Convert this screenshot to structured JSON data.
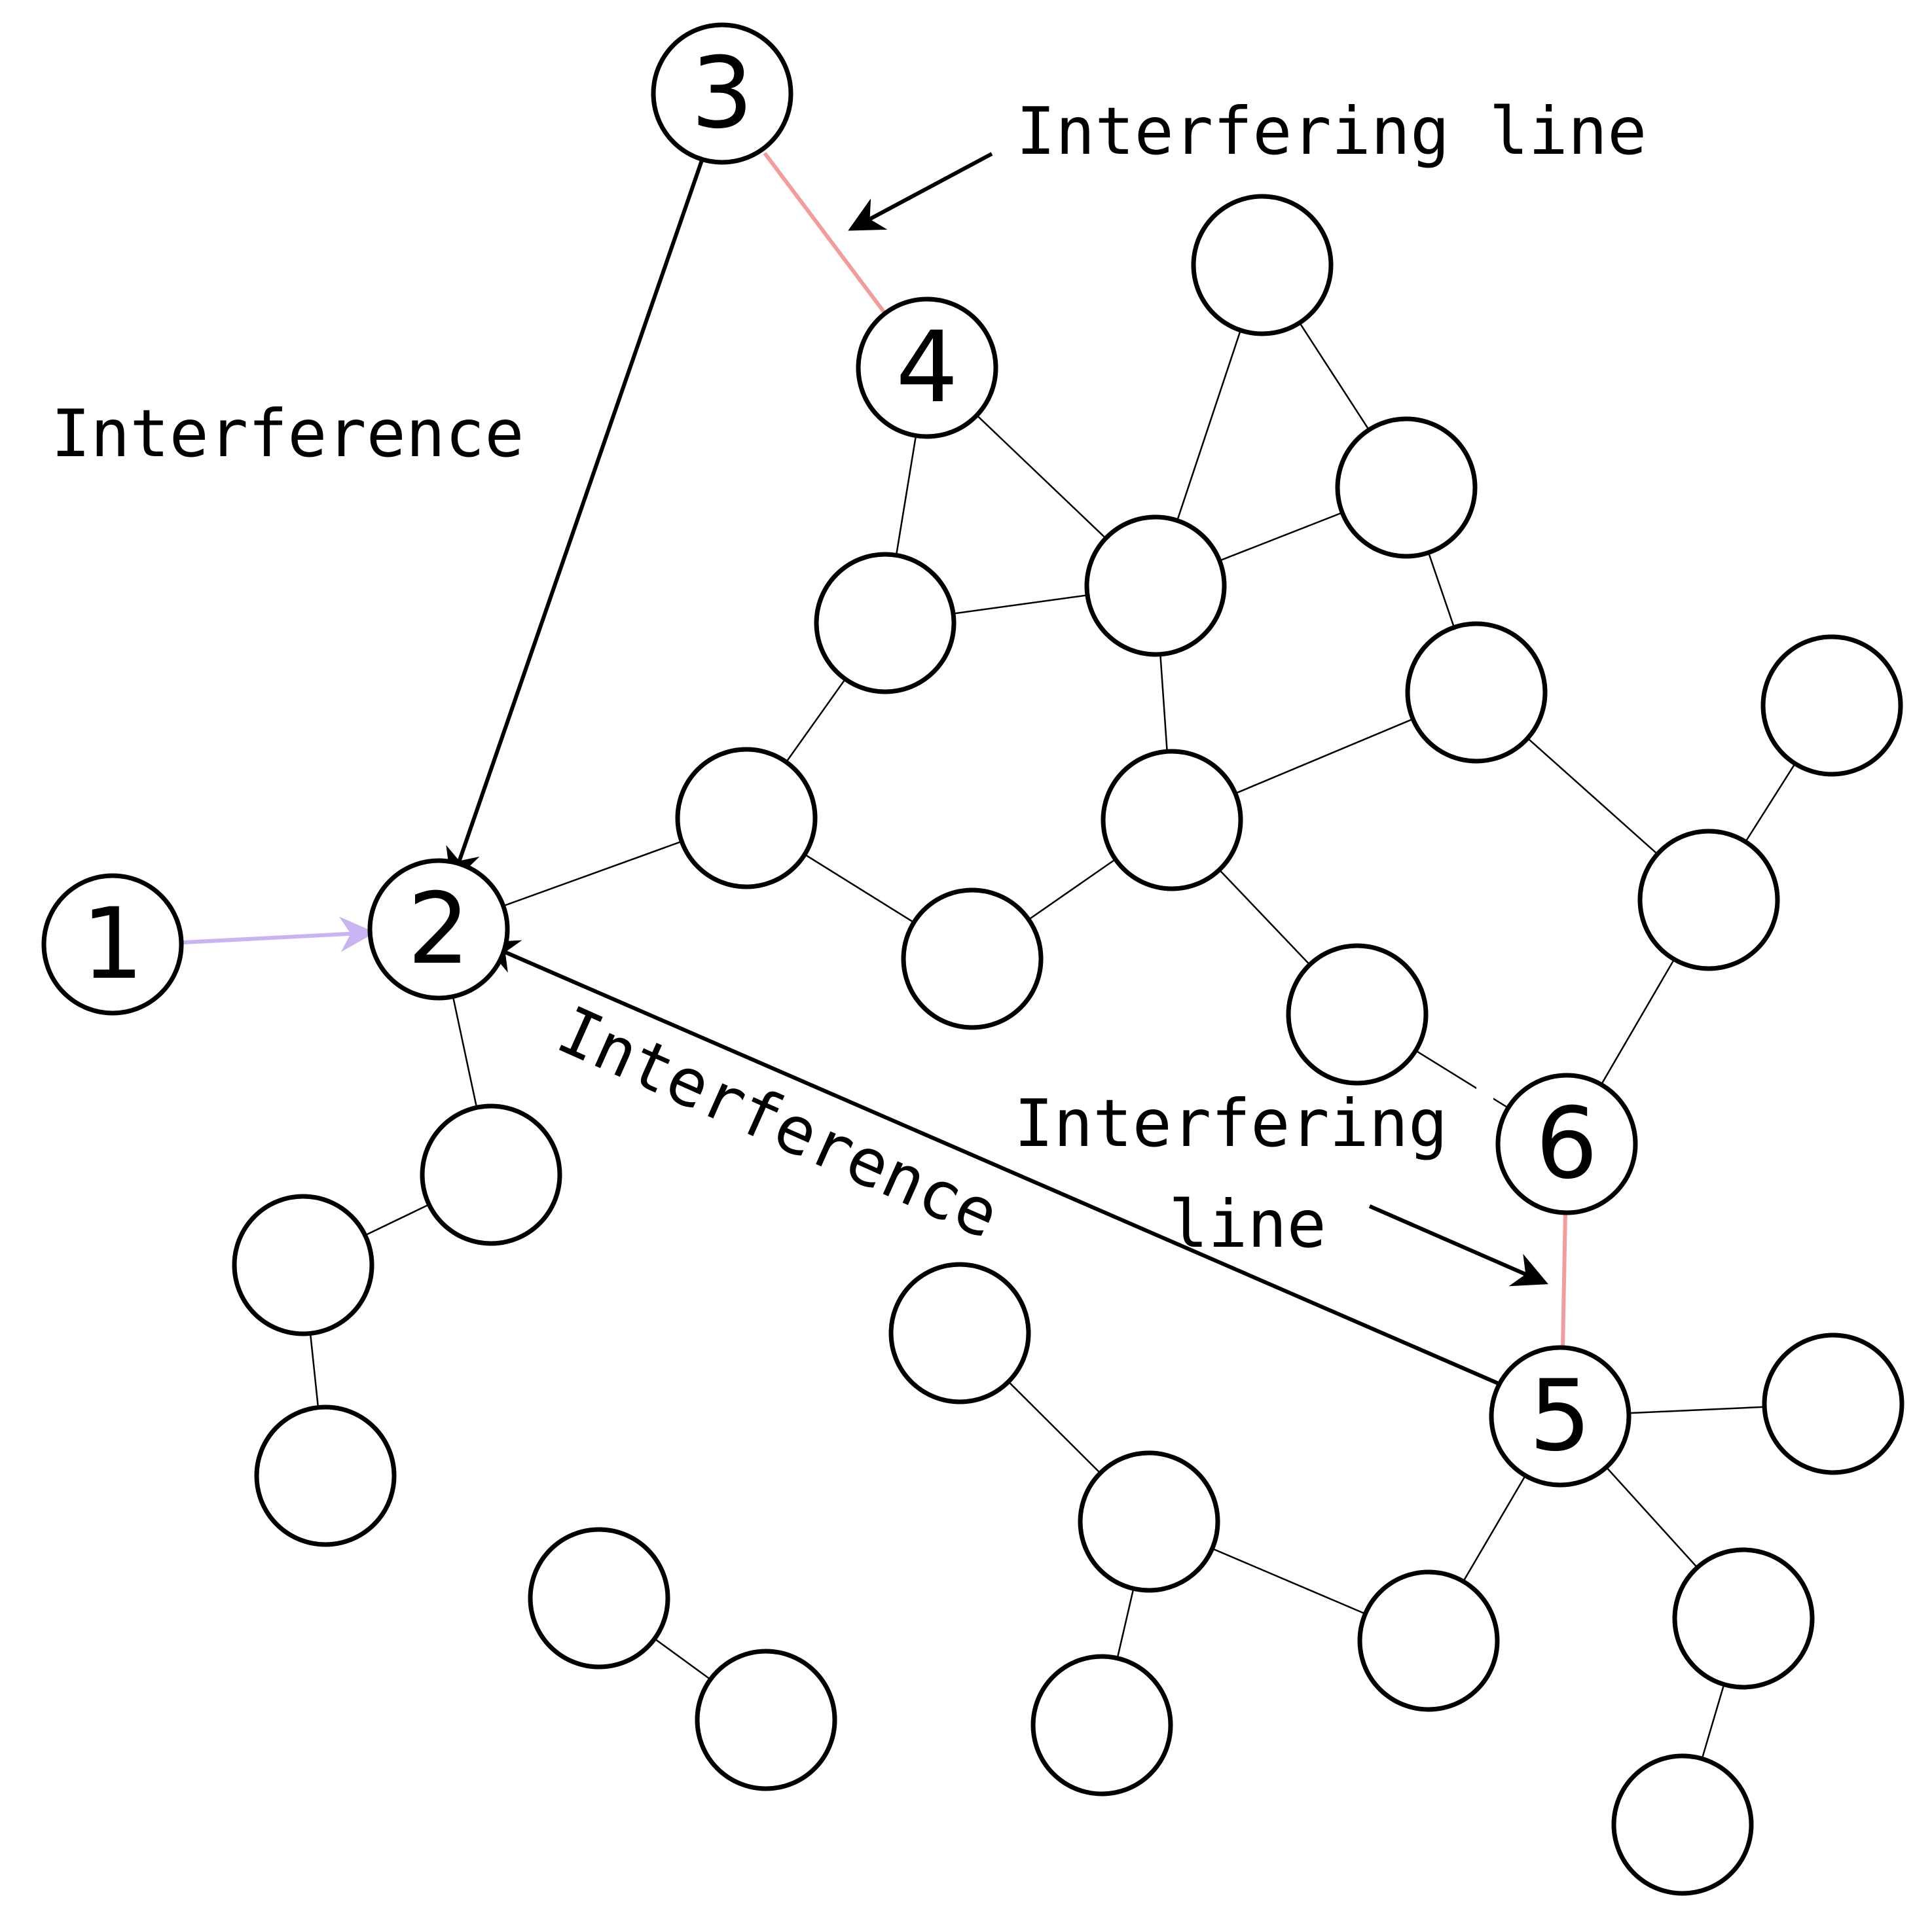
{
  "nodes": [
    {
      "id": "n1",
      "label": "1",
      "fill": "#d6c3f5"
    },
    {
      "id": "n2",
      "label": "2",
      "fill": "#ffffff"
    },
    {
      "id": "n3",
      "label": "3",
      "fill": "#f29c9c"
    },
    {
      "id": "n4",
      "label": "4",
      "fill": "#ffffff"
    },
    {
      "id": "n5",
      "label": "5",
      "fill": "#f29c9c"
    },
    {
      "id": "n6",
      "label": "6",
      "fill": "#ffffff"
    }
  ],
  "annotations": {
    "interfering_line_top": "Interfering line",
    "interference_left": "Interference",
    "interference_diagonal": "Interference",
    "interfering_line_bottom_1": "Interfering",
    "interfering_line_bottom_2": "line"
  },
  "colors": {
    "interfering_arrow": "#f29c9c",
    "source_arrow": "#c9b4f2",
    "interference_arrow": "#000000",
    "node_source": "#d6c3f5",
    "node_interferer": "#f29c9c"
  }
}
